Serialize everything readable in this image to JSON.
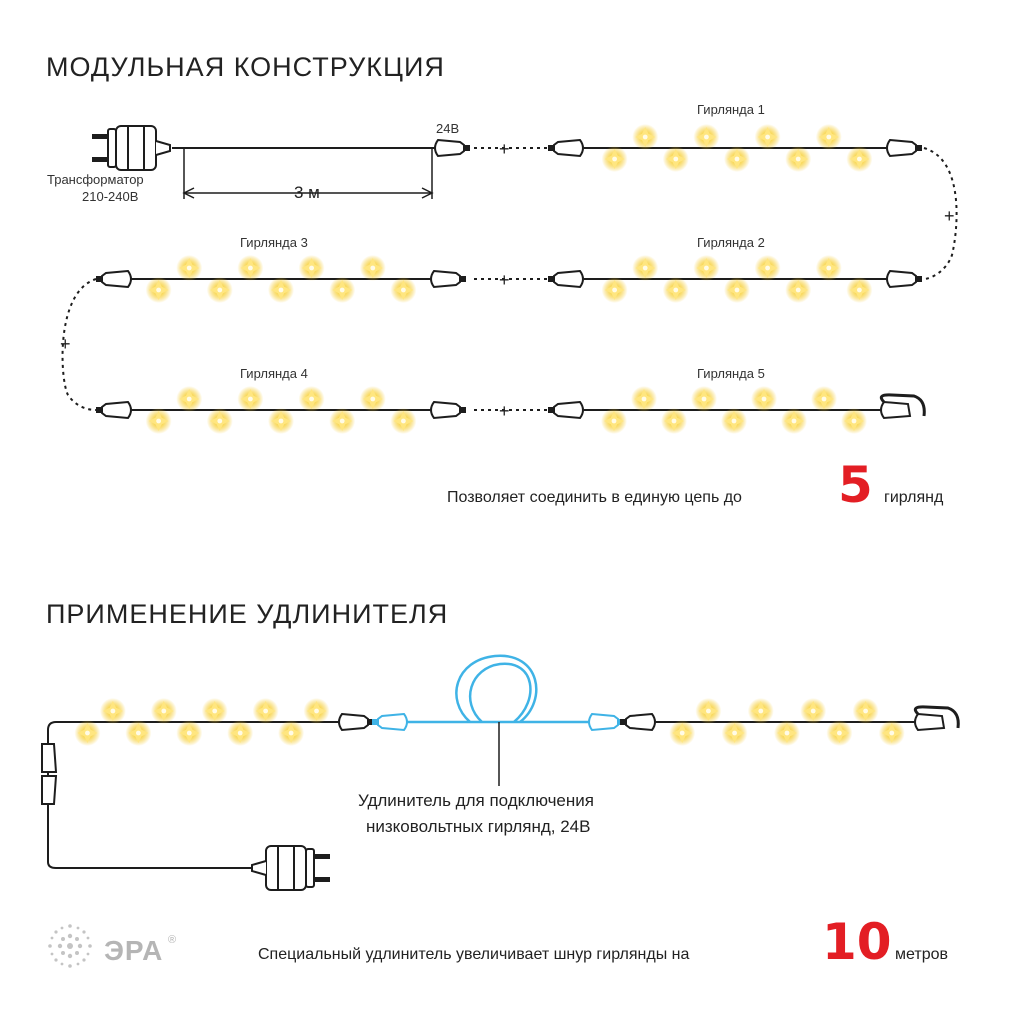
{
  "section1": {
    "title": "МОДУЛЬНАЯ КОНСТРУКЦИЯ",
    "transformer_label_1": "Трансформатор",
    "transformer_label_2": "210-240В",
    "voltage_label": "24В",
    "cable_length": "3 м",
    "plus": "+",
    "garlands": [
      "Гирлянда 1",
      "Гирлянда 2",
      "Гирлянда 3",
      "Гирлянда 4",
      "Гирлянда 5"
    ],
    "caption_prefix": "Позволяет соединить в единую цепь до",
    "caption_number": "5",
    "caption_suffix": "гирлянд"
  },
  "section2": {
    "title": "ПРИМЕНЕНИЕ УДЛИНИТЕЛЯ",
    "extender_label_1": "Удлинитель для подключения",
    "extender_label_2": "низковольтных гирлянд, 24В",
    "caption_prefix": "Специальный удлинитель увеличивает шнур гирлянды на",
    "caption_number": "10",
    "caption_suffix": "метров"
  },
  "logo": {
    "text": "ЭРА",
    "mark": "®"
  },
  "colors": {
    "wire": "#1d1d1d",
    "led": "#f3c623",
    "extender": "#3fb3e6",
    "accent": "#e31e24"
  }
}
